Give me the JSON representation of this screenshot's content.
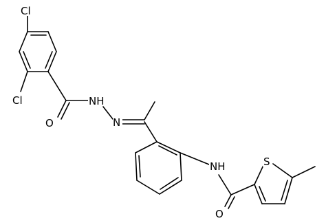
{
  "structure": {
    "atom_labels": {
      "cl_top": "Cl",
      "cl_ortho": "Cl",
      "o_benzoyl": "O",
      "nh_hydrazide": "NH",
      "n_imine": "N",
      "nh_amide": "NH",
      "s_thiophene": "S",
      "o_amide": "O"
    }
  },
  "colors": {
    "bond": "#000000",
    "label": "#000000",
    "background": "#ffffff"
  }
}
